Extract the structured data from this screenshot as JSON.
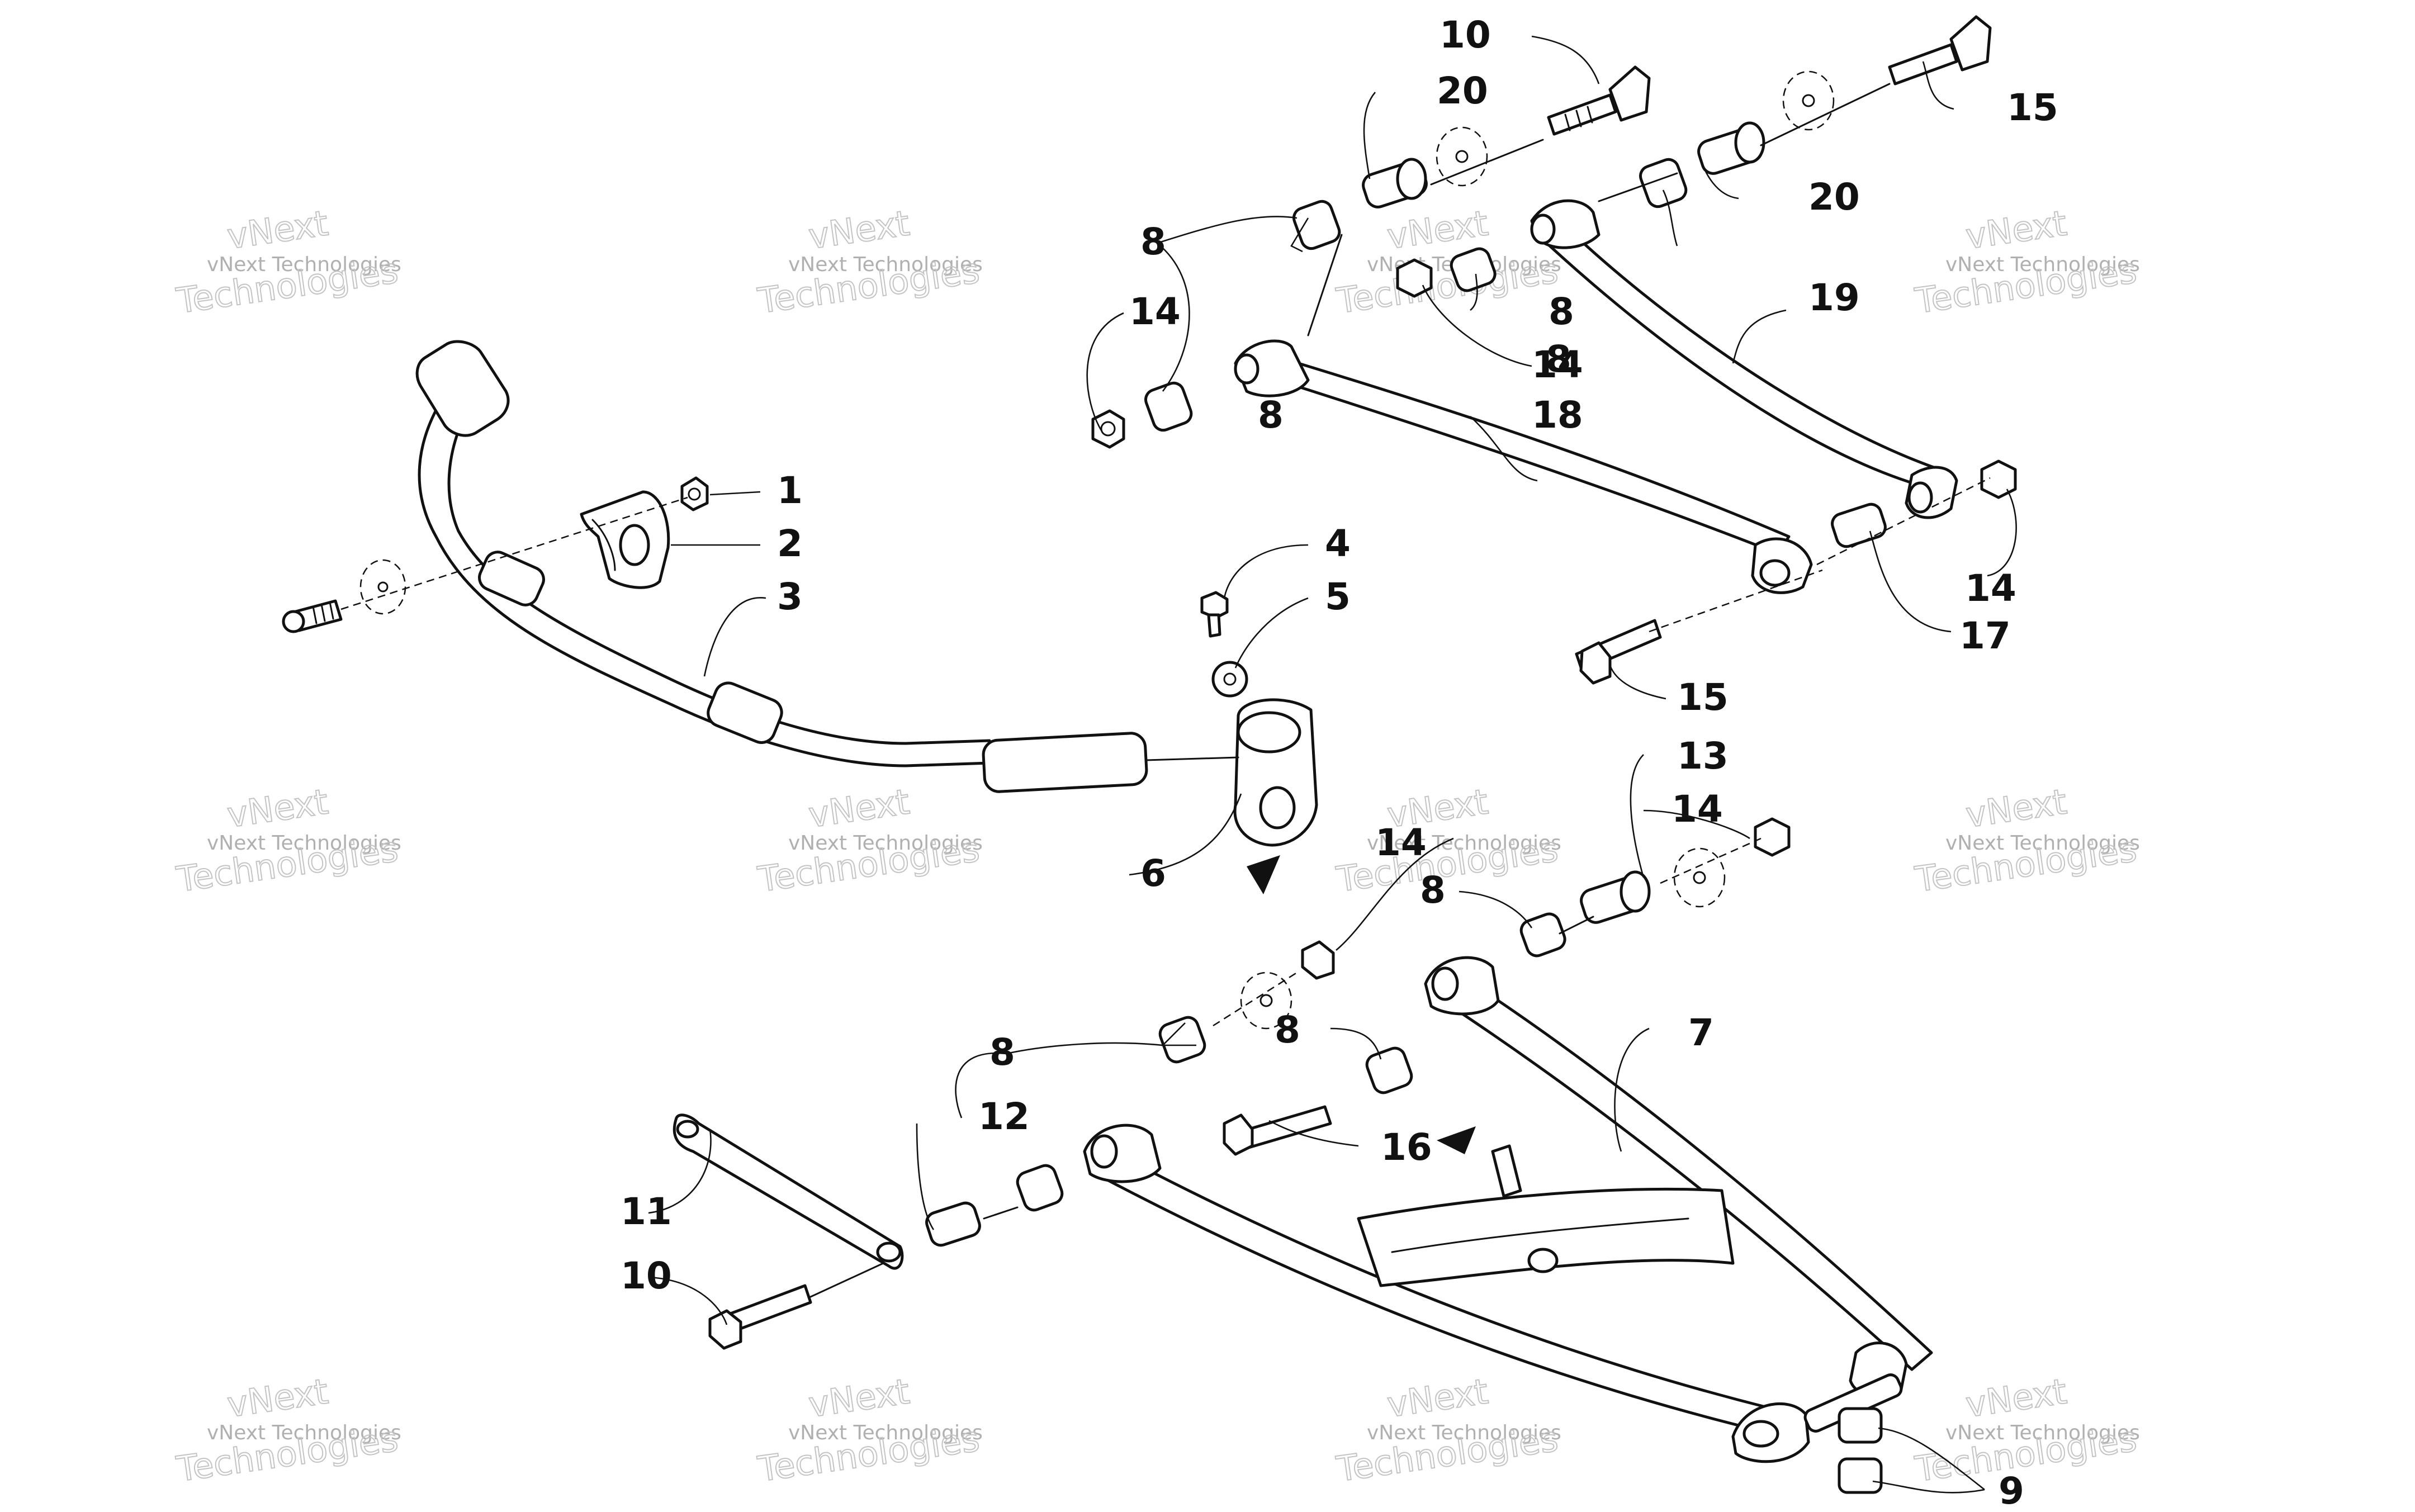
{
  "callouts": [
    "1",
    "2",
    "3",
    "4",
    "5",
    "6",
    "7",
    "8",
    "8",
    "8",
    "8",
    "8",
    "8",
    "8",
    "9",
    "10",
    "10",
    "11",
    "12",
    "13",
    "14",
    "14",
    "14",
    "14",
    "14",
    "15",
    "15",
    "16",
    "17",
    "18",
    "19",
    "20",
    "20"
  ],
  "watermark": {
    "line1": "vNext Technologies",
    "line2": "Technologies",
    "ghost": "vNext"
  },
  "colors": {
    "ink": "#111111",
    "watermark": "#b0b0b0",
    "background": "#ffffff"
  }
}
